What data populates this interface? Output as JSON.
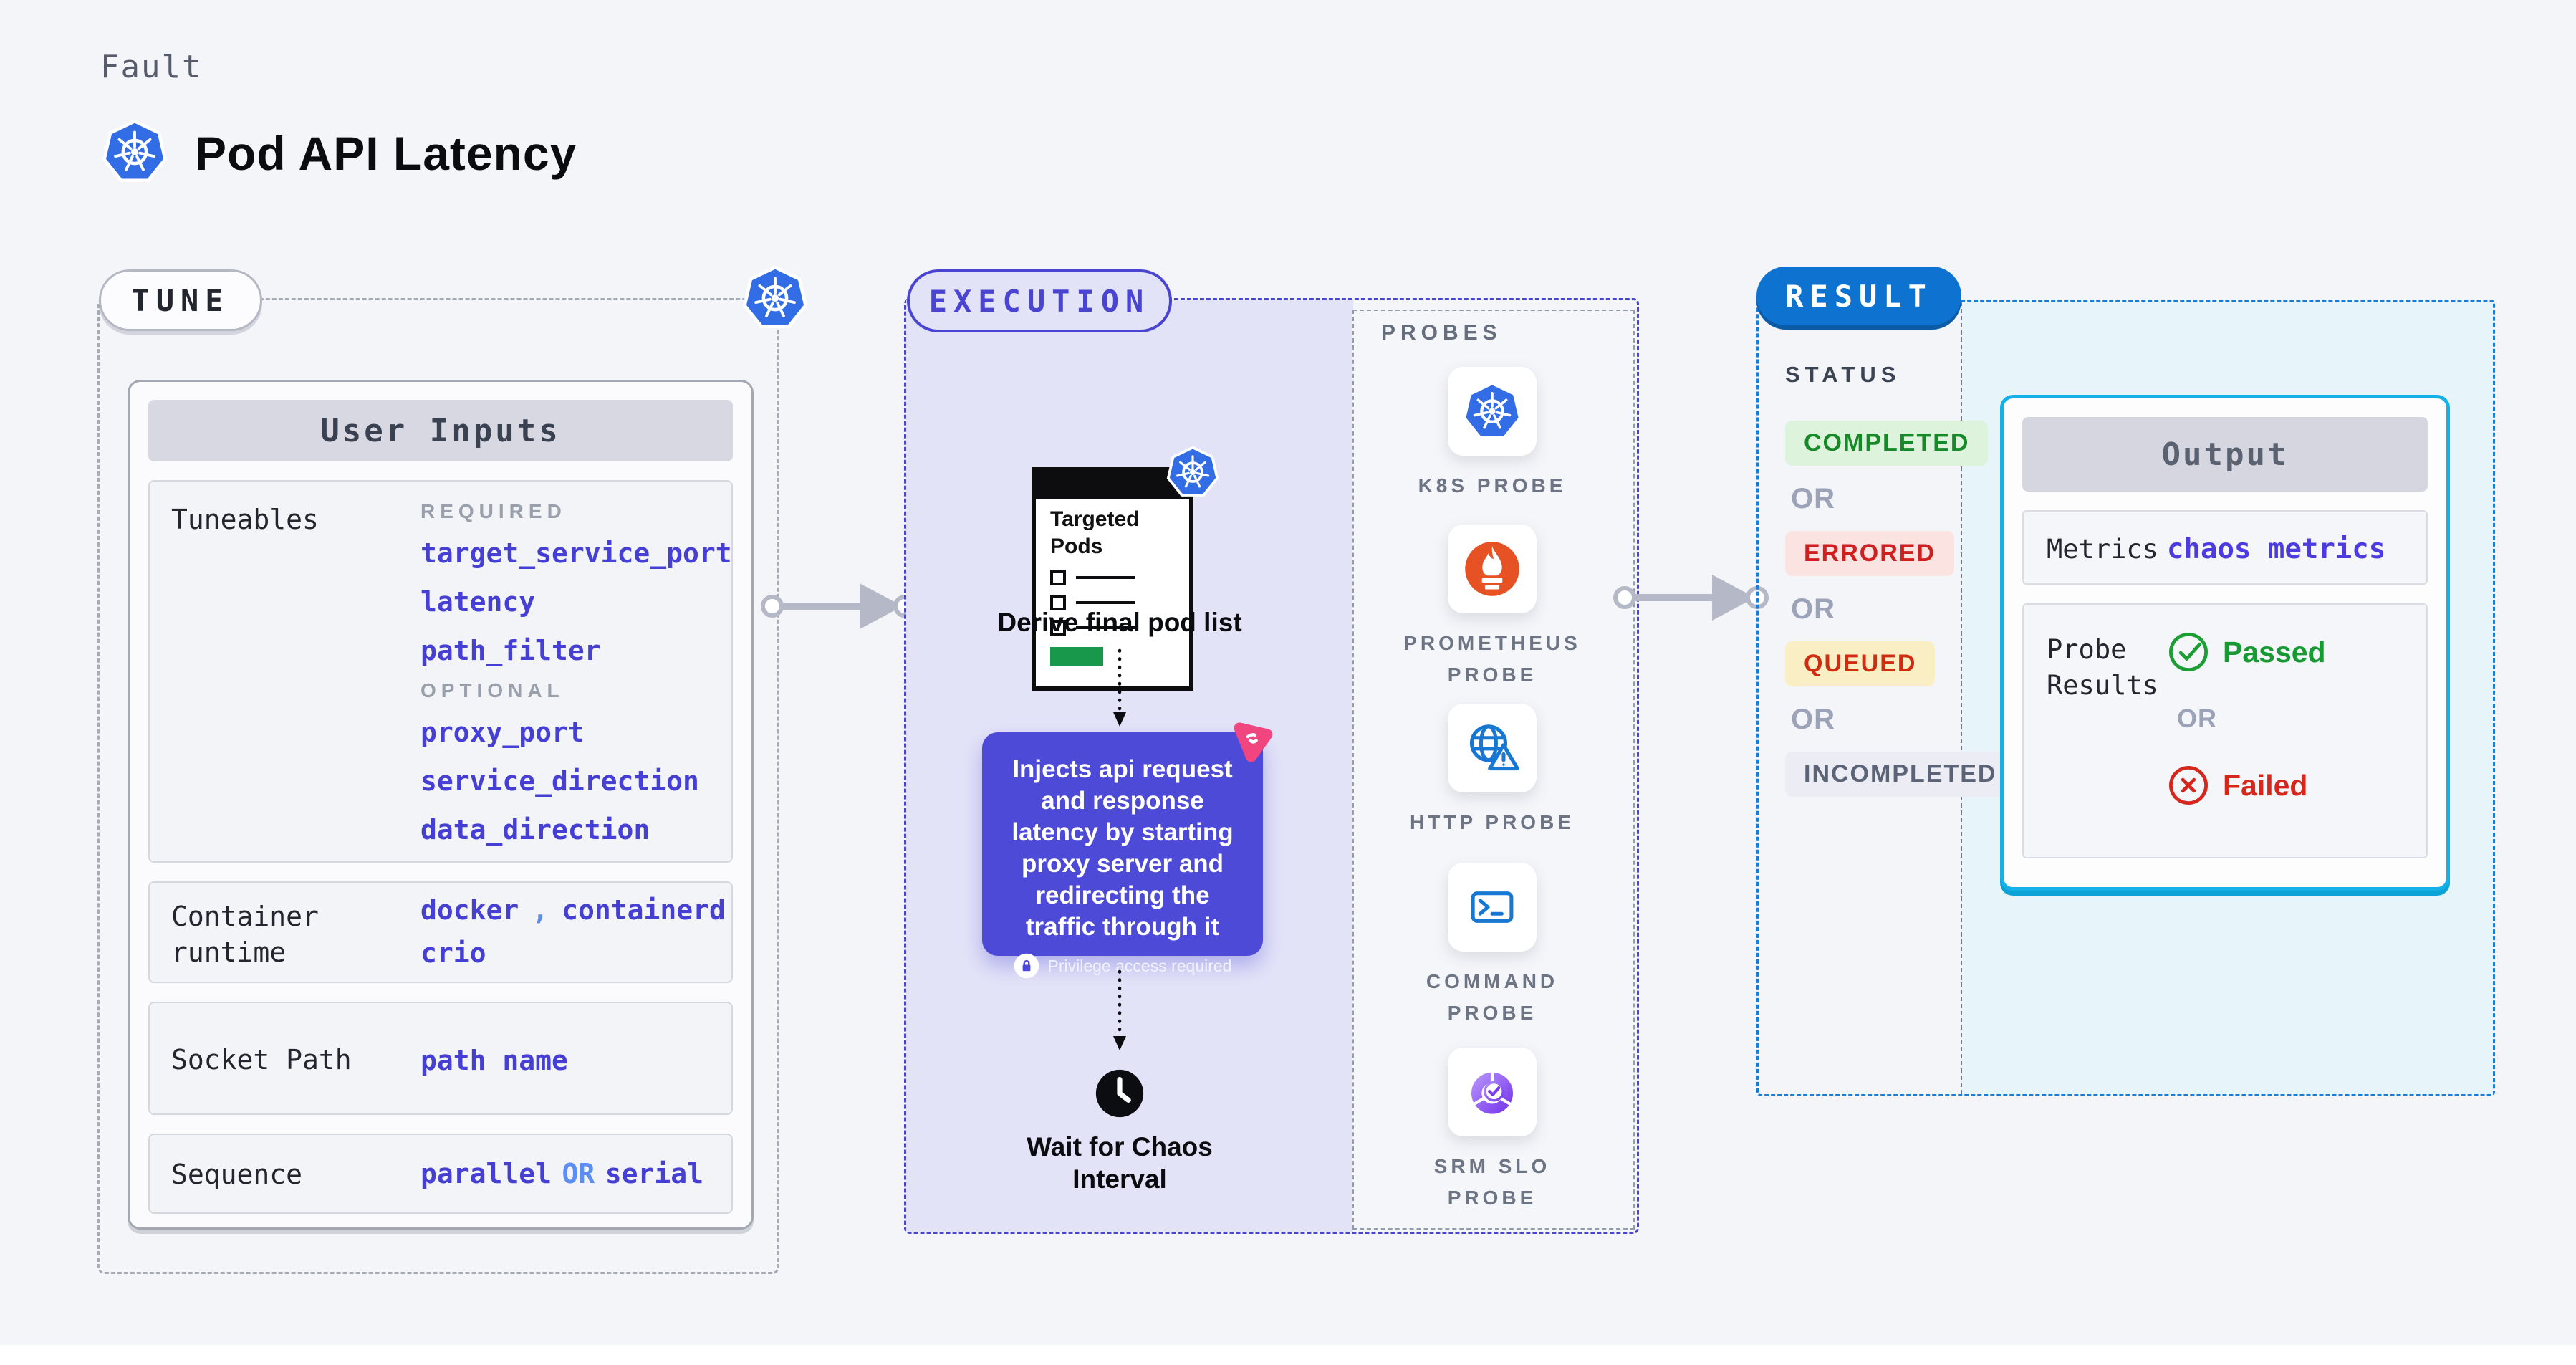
{
  "header": {
    "kicker": "Fault",
    "title": "Pod API Latency"
  },
  "tune": {
    "badge": "TUNE",
    "card_title": "User Inputs",
    "tuneables": {
      "label": "Tuneables",
      "required_label": "REQUIRED",
      "required": [
        "target_service_port",
        "latency",
        "path_filter"
      ],
      "optional_label": "OPTIONAL",
      "optional": [
        "proxy_port",
        "service_direction",
        "data_direction"
      ]
    },
    "container_runtime": {
      "label": "Container runtime",
      "value_1": "docker",
      "separator": ",",
      "value_2": "containerd",
      "value_3": "crio"
    },
    "socket_path": {
      "label": "Socket Path",
      "value": "path name"
    },
    "sequence": {
      "label": "Sequence",
      "value_1": "parallel",
      "or": "OR",
      "value_2": "serial"
    }
  },
  "execution": {
    "badge": "EXECUTION",
    "targeted_pods_title": "Targeted Pods",
    "derive_label": "Derive final pod list",
    "inject_text": "Injects api request and response latency by starting proxy server and redirecting the traffic through it",
    "privilege_label": "Privilege access required",
    "wait_label": "Wait for Chaos Interval"
  },
  "probes": {
    "title": "PROBES",
    "items": [
      {
        "label": "K8S PROBE",
        "icon": "kubernetes-icon"
      },
      {
        "label": "PROMETHEUS PROBE",
        "icon": "prometheus-icon"
      },
      {
        "label": "HTTP PROBE",
        "icon": "http-globe-warning-icon"
      },
      {
        "label": "COMMAND PROBE",
        "icon": "terminal-icon"
      },
      {
        "label": "SRM SLO PROBE",
        "icon": "slo-donut-check-icon"
      }
    ]
  },
  "result": {
    "badge": "RESULT",
    "status_title": "STATUS",
    "or_label": "OR",
    "statuses": [
      {
        "label": "COMPLETED",
        "fg": "#178a28",
        "bg": "#ddf3dc"
      },
      {
        "label": "ERRORED",
        "fg": "#cf1f1f",
        "bg": "#fbe3e2"
      },
      {
        "label": "QUEUED",
        "fg": "#d02c12",
        "bg": "#faeec5"
      },
      {
        "label": "INCOMPLETED",
        "fg": "#5b6377",
        "bg": "#ecedf4"
      }
    ],
    "output": {
      "title": "Output",
      "metrics_label": "Metrics",
      "metrics_value": "chaos metrics",
      "probe_results_label": "Probe Results",
      "passed_label": "Passed",
      "or_label": "OR",
      "failed_label": "Failed"
    }
  },
  "colors": {
    "page_bg": "#f3f5f9",
    "tune_dash": "#a6aab4",
    "execution_accent": "#4a45d1",
    "execution_fill": "#e3e3f8",
    "inject_box": "#4e4ad8",
    "link_indigo": "#463fd4",
    "separator_blue": "#5b8df2",
    "result_blue": "#0e73d0",
    "result_dash": "#1b7cd6",
    "output_border_cyan": "#13b1e8",
    "output_panel_bg": "#e7f5fb",
    "kubernetes_blue": "#326de6",
    "prometheus_orange": "#e75225",
    "probe_icon_blue": "#1678d3",
    "srm_purple": "#7a3bed",
    "chaos_pink": "#f0457f",
    "passed_green": "#179a33",
    "failed_red": "#d7271d"
  }
}
